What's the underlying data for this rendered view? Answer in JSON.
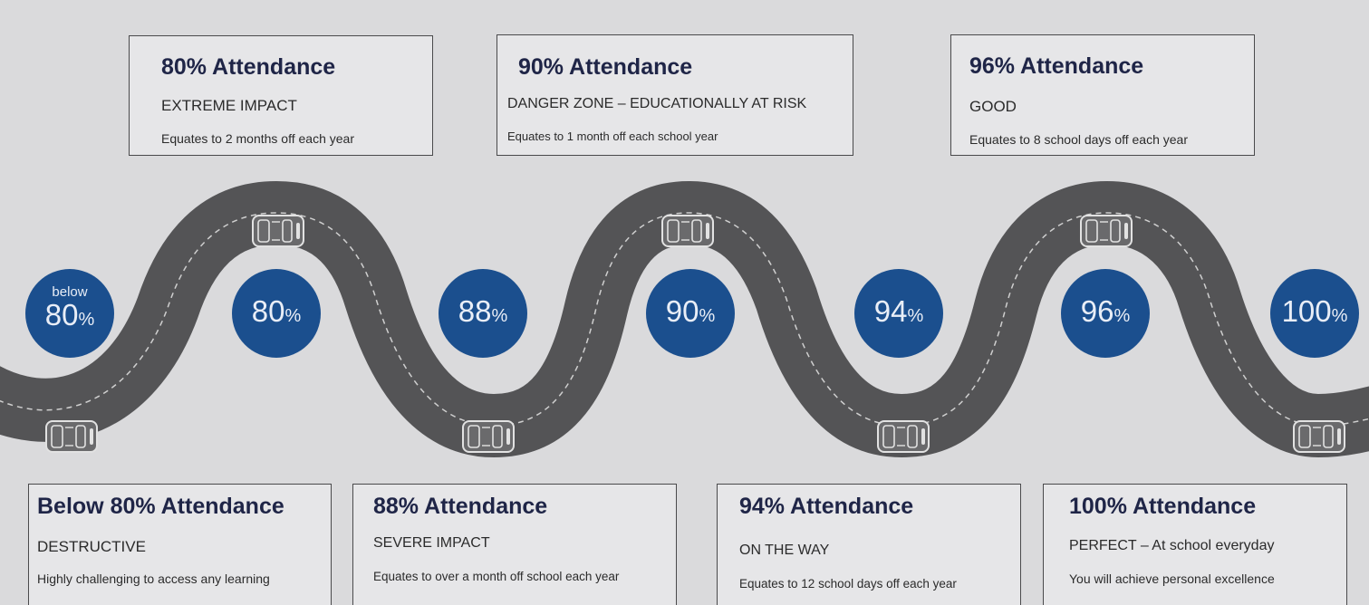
{
  "colors": {
    "background": "#dadadc",
    "road": "#545456",
    "road_dashes": "#cfcfcf",
    "badge": "#1b4f8e",
    "title_text": "#1f2547"
  },
  "top_boxes": [
    {
      "title": "80%  Attendance",
      "subtitle": "EXTREME IMPACT",
      "detail": "Equates to 2 months off each year"
    },
    {
      "title": "90%  Attendance",
      "subtitle": "DANGER ZONE – EDUCATIONALLY  AT RISK",
      "detail": "Equates to 1 month off each school year"
    },
    {
      "title": "96%   Attendance",
      "subtitle": "GOOD",
      "detail": "Equates to 8 school days off each year"
    }
  ],
  "bottom_boxes": [
    {
      "title": "Below 80%  Attendance",
      "subtitle": "DESTRUCTIVE",
      "detail": "Highly challenging to access any learning"
    },
    {
      "title": "88%  Attendance",
      "subtitle": "SEVERE IMPACT",
      "detail": "Equates to over  a month off school each year"
    },
    {
      "title": "94% Attendance",
      "subtitle": "ON THE WAY",
      "detail": "Equates to 12 school days off each year"
    },
    {
      "title": "100%   Attendance",
      "subtitle": "PERFECT – At school everyday",
      "detail": "You will achieve personal excellence"
    }
  ],
  "badges": [
    {
      "prefix": "below",
      "value": "80",
      "unit": "%"
    },
    {
      "prefix": "",
      "value": "80",
      "unit": "%"
    },
    {
      "prefix": "",
      "value": "88",
      "unit": "%"
    },
    {
      "prefix": "",
      "value": "90",
      "unit": "%"
    },
    {
      "prefix": "",
      "value": "94",
      "unit": "%"
    },
    {
      "prefix": "",
      "value": "96",
      "unit": "%"
    },
    {
      "prefix": "",
      "value": "100",
      "unit": "%"
    }
  ],
  "icons": [
    "car-icon"
  ]
}
